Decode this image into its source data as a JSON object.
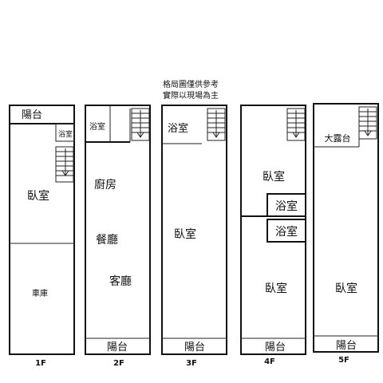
{
  "note": {
    "line1": "格局圖僅供參考",
    "line2": "實際以現場為主"
  },
  "floors": {
    "f1": {
      "caption": "1F",
      "balcony": "陽台",
      "bath": "浴室",
      "bedroom": "臥室",
      "garage": "車庫"
    },
    "f2": {
      "caption": "2F",
      "bath": "浴室",
      "kitchen": "廚房",
      "dining": "餐廳",
      "living": "客廳",
      "balcony": "陽台"
    },
    "f3": {
      "caption": "3F",
      "bath": "浴室",
      "bedroom": "臥室",
      "balcony": "陽台"
    },
    "f4": {
      "caption": "4F",
      "bedroom_top": "臥室",
      "bath_a": "浴室",
      "bath_b": "浴室",
      "bedroom_bottom": "臥室",
      "balcony": "陽台"
    },
    "f5": {
      "caption": "5F",
      "terrace": "大露台",
      "bedroom": "臥室",
      "balcony": "陽台"
    }
  }
}
